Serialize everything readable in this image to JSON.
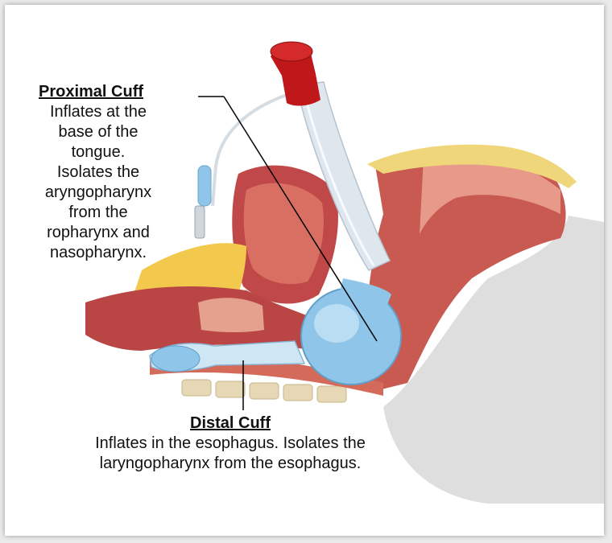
{
  "proximal_cuff": {
    "title": "Proximal Cuff",
    "lines": [
      "Inflates at the",
      "base of the",
      "tongue.",
      "Isolates the",
      "aryngopharynx",
      "from the",
      "ropharynx and",
      "nasopharynx."
    ]
  },
  "distal_cuff": {
    "title": "Distal Cuff",
    "lines": [
      "Inflates in the esophagus.  Isolates the",
      "laryngopharynx from the esophagus."
    ]
  },
  "colors": {
    "tissue": "#c24a4a",
    "tissue_light": "#e08a7a",
    "fat": "#f2c94c",
    "bone": "#e6d7b5",
    "tube": "#dfe7ee",
    "cuff": "#8fc5e8",
    "connector": "#c0171a",
    "background_shape": "#dedede"
  }
}
